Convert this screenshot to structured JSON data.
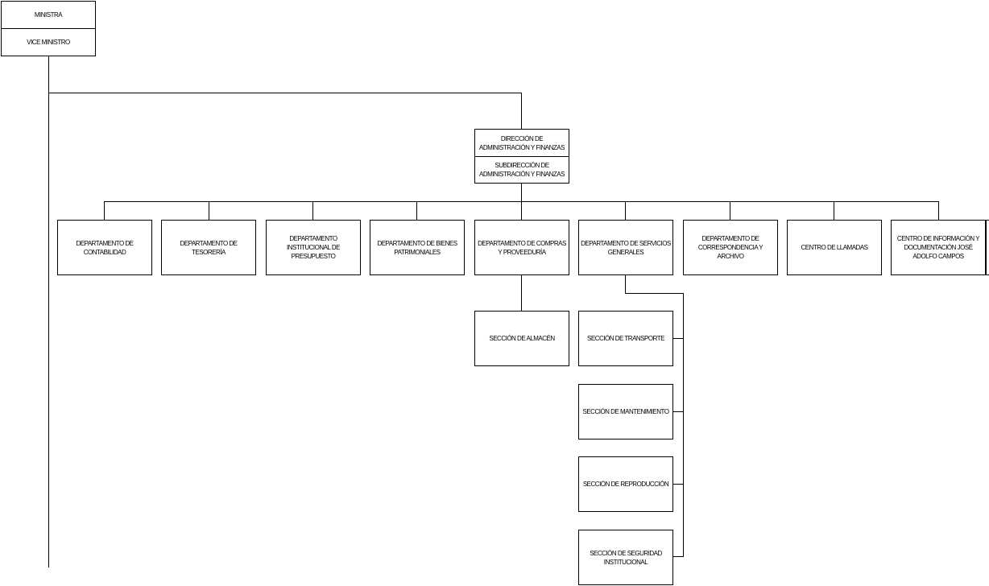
{
  "nodes": {
    "ministra": "MINISTRA",
    "vice_ministro": "VICE MINISTRO",
    "direccion": "DIRECCIÓN DE ADMINISTRACIÓN Y FINANZAS",
    "subdireccion": "SUBDIRECCIÓN DE ADMINISTRACIÓN Y FINANZAS",
    "contabilidad": "DEPARTAMENTO DE CONTABILIDAD",
    "tesoreria": "DEPARTAMENTO DE TESORERÍA",
    "presupuesto": "DEPARTAMENTO INSTITUCIONAL DE PRESUPUESTO",
    "bienes": "DEPARTAMENTO DE BIENES PATRIMONIALES",
    "compras": "DEPARTAMENTO DE COMPRAS Y PROVEEDURÍA",
    "servicios": "DEPARTAMENTO DE SERVICIOS GENERALES",
    "correspondencia": "DEPARTAMENTO DE CORRESPONDENCIA Y ARCHIVO",
    "llamadas": "CENTRO DE LLAMADAS",
    "centro_info": "CENTRO DE INFORMACIÓN Y DOCUMENTACIÓN JOSÉ ADOLFO CAMPOS",
    "almacen": "SECCIÓN DE ALMACÉN",
    "transporte": "SECCIÓN DE TRANSPORTE",
    "mantenimiento": "SECCIÓN DE MANTENIMIENTO",
    "reproduccion": "SECCIÓN DE REPRODUCCIÓN",
    "seguridad": "SECCIÓN DE SEGURIDAD INSTITUCIONAL"
  }
}
